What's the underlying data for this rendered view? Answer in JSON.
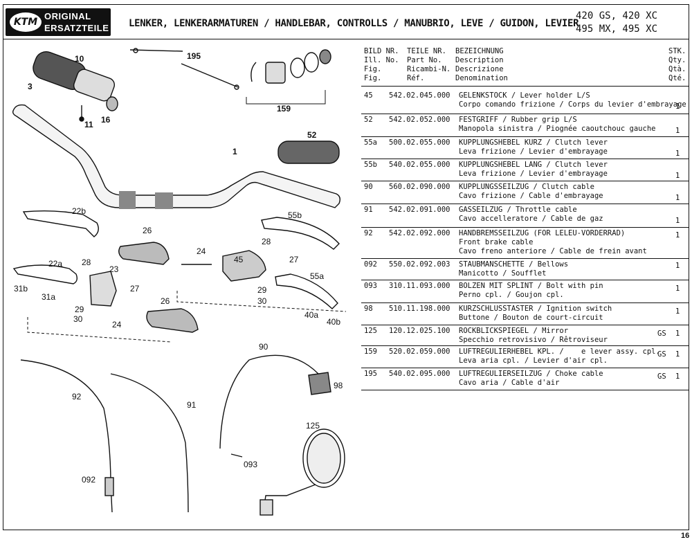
{
  "header": {
    "logo_mark": "KTM",
    "logo_line1": "ORIGINAL",
    "logo_line2": "ERSATZTEILE",
    "title": "LENKER, LENKERARMATUREN / HANDLEBAR, CONTROLLS / MANUBRIO, LEVE / GUIDON, LEVIER",
    "models_line1": "420 GS, 420 XC",
    "models_line2": "495 MX, 495 XC"
  },
  "columns": {
    "bild": "BILD NR.\nIll. No.\nFig.\nFig.",
    "part": "TEILE NR.\nPart No.\nRicambi-N.\nRéf.",
    "desc": "BEZEICHNUNG\nDescription\nDescrizione\nDenomination",
    "qty": "STK.\nQty.\nQtà.\nQté."
  },
  "parts": [
    {
      "bild": "45",
      "part": "542.02.045.000",
      "desc": "GELENKSTOCK / Lever holder L/S\nCorpo comando frizione / Corps du levier d'embrayage",
      "note": "",
      "qty": "1"
    },
    {
      "bild": "52",
      "part": "542.02.052.000",
      "desc": "FESTGRIFF / Rubber grip L/S\nManopola sinistra / Piognée caoutchouc gauche",
      "note": "",
      "qty": "1"
    },
    {
      "bild": "55a",
      "part": "500.02.055.000",
      "desc": "KUPPLUNGSHEBEL KURZ / Clutch lever\nLeva frizione / Levier d'embrayage",
      "note": "",
      "qty": "1"
    },
    {
      "bild": "55b",
      "part": "540.02.055.000",
      "desc": "KUPPLUNGSHEBEL LANG / Clutch lever\nLeva frizione / Levier d'embrayage",
      "note": "",
      "qty": "1"
    },
    {
      "bild": "90",
      "part": "560.02.090.000",
      "desc": "KUPPLUNGSSEILZUG / Clutch cable\nCavo frizione / Cable d'embrayage",
      "note": "",
      "qty": "1"
    },
    {
      "bild": "91",
      "part": "542.02.091.000",
      "desc": "GASSEILZUG / Throttle cable\nCavo accelleratore / Cable de gaz",
      "note": "",
      "qty": "1"
    },
    {
      "bild": "92",
      "part": "542.02.092.000",
      "desc": "HANDBREMSSEILZUG (FOR LELEU-VORDERRAD)\nFront brake cable\nCavo freno anteriore / Cable de frein avant",
      "note": "",
      "qty": "1"
    },
    {
      "bild": "092",
      "part": "550.02.092.003",
      "desc": "STAUBMANSCHETTE / Bellows\nManicotto / Soufflet",
      "note": "",
      "qty": "1"
    },
    {
      "bild": "093",
      "part": "310.11.093.000",
      "desc": "BOLZEN MIT SPLINT / Bolt with pin\nPerno cpl. / Goujon cpl.",
      "note": "",
      "qty": "1"
    },
    {
      "bild": "98",
      "part": "510.11.198.000",
      "desc": "KURZSCHLUSSTASTER / Ignition switch\nButtone / Bouton de court-circuit",
      "note": "",
      "qty": "1"
    },
    {
      "bild": "125",
      "part": "120.12.025.100",
      "desc": "ROCKBLICKSPIEGEL / Mirror\nSpecchio retrovisivo / Rêtroviseur",
      "note": "GS",
      "qty": "1"
    },
    {
      "bild": "159",
      "part": "520.02.059.000",
      "desc": "LUFTREGULIERHEBEL KPL. /    e lever assy. cpl.\nLeva aria cpl. / Levier d'air cpl.",
      "note": "GS",
      "qty": "1"
    },
    {
      "bild": "195",
      "part": "540.02.095.000",
      "desc": "LUFTREGULIERSEILZUG / Choke cable\nCavo aria / Cable d'air",
      "note": "GS",
      "qty": "1"
    }
  ],
  "callouts": [
    "10",
    "3",
    "11",
    "16",
    "195",
    "159",
    "52",
    "1",
    "22b",
    "55b",
    "26",
    "28",
    "24",
    "45",
    "27",
    "22a",
    "28",
    "23",
    "31b",
    "31a",
    "27",
    "29",
    "30",
    "29",
    "30",
    "24",
    "26",
    "55a",
    "40a",
    "40b",
    "90",
    "98",
    "92",
    "91",
    "125",
    "093",
    "092"
  ],
  "page_number": "16"
}
